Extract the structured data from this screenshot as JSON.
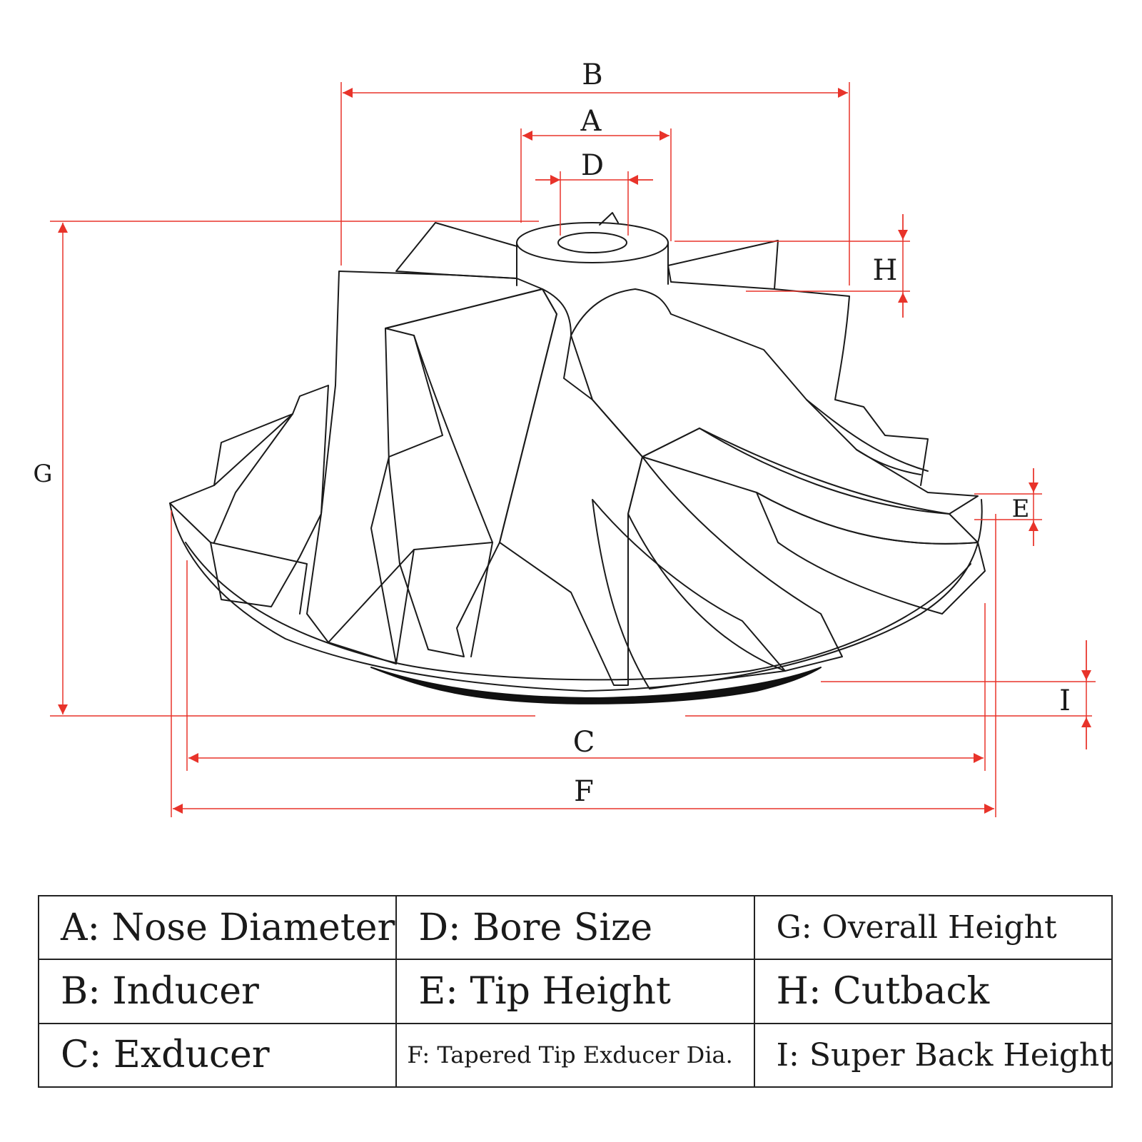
{
  "dimension_labels": {
    "A": "A",
    "B": "B",
    "C": "C",
    "D": "D",
    "E": "E",
    "F": "F",
    "G": "G",
    "H": "H",
    "I": "I"
  },
  "legend": {
    "rows": [
      [
        "A: Nose Diameter",
        "D: Bore Size",
        "G: Overall Height"
      ],
      [
        "B: Inducer",
        "E: Tip Height",
        "H: Cutback"
      ],
      [
        "C: Exducer",
        "F: Tapered Tip Exducer Dia.",
        "I: Super Back Height"
      ]
    ]
  },
  "colors": {
    "dimension_line": "#e8332a",
    "outline": "#1a1a1a",
    "background": "#ffffff"
  }
}
